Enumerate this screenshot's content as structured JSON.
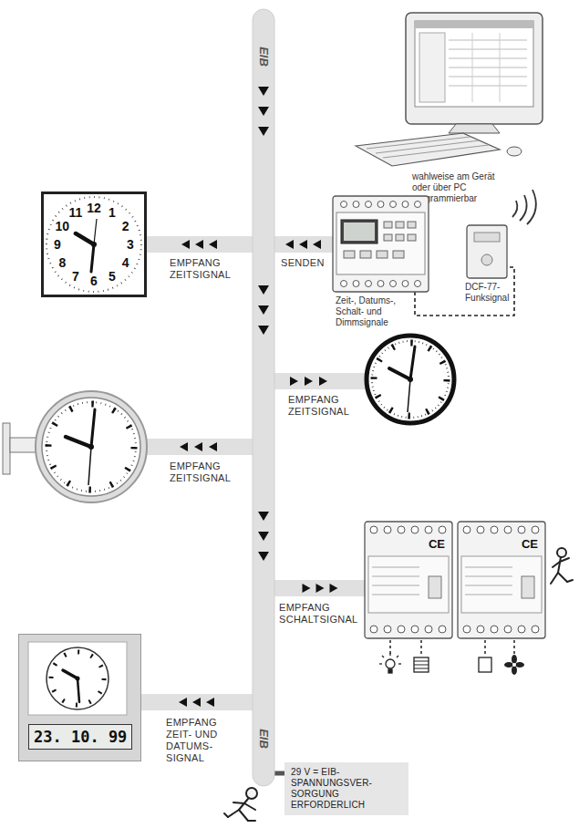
{
  "diagram": {
    "nodes": [
      {
        "text": [
          "EIB",
          "EIB"
        ]
      },
      {
        "text": [
          "wahlweise am Gerät oder über PC programmierbar"
        ]
      },
      {
        "text": [
          "Zeit-, Datums-, Schalt- und Dimmsignale"
        ]
      },
      {
        "text": [
          "DCF-77-Funksignal"
        ]
      },
      {
        "text": [
          "12",
          "1",
          "2",
          "3",
          "4",
          "5",
          "6",
          "7",
          "8",
          "9",
          "10",
          "11"
        ]
      },
      {
        "text": [
          "CE"
        ]
      },
      {
        "text": [
          "CE"
        ]
      },
      {
        "text": [
          "23. 10. 99"
        ]
      },
      {
        "text": [
          "29 V = EIB-SPANNUNGSVER- SORGUNG ERFORDERLICH"
        ]
      }
    ],
    "edges": [
      {
        "from": 2,
        "to": 0,
        "arrow": "to",
        "label": "SENDEN"
      },
      {
        "from": 0,
        "to": 4,
        "arrow": "to",
        "label": "EMPFANG ZEITSIGNAL"
      },
      {
        "from": 0,
        "to": 5,
        "arrow": "to",
        "label": "EMPFANG SCHALTSIGNAL"
      },
      {
        "from": 0,
        "to": 7,
        "arrow": "to",
        "label": "EMPFANG ZEIT- UND DATUMS- SIGNAL"
      },
      {
        "from": 2,
        "to": 3,
        "arrow": "none"
      },
      {
        "from": 0,
        "to": 8,
        "arrow": "none"
      }
    ],
    "labels": [
      "EMPFANG ZEITSIGNAL",
      "EMPFANG ZEITSIGNAL"
    ]
  }
}
